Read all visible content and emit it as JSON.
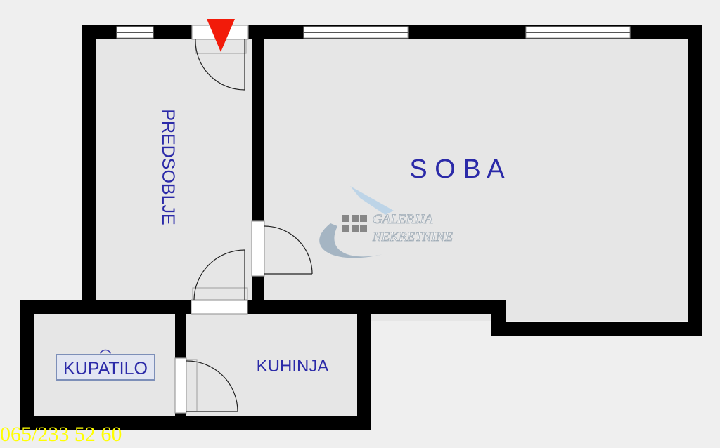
{
  "plan": {
    "rooms": {
      "predsoblje": "PREDSOBLJE",
      "soba": "S O B A",
      "kupatilo": "KUPATILO",
      "kuhinja": "KUHINJA"
    },
    "watermark": {
      "line1": "GALERIJA",
      "line2": "NEKRETNINE"
    },
    "phone": "065/233 52 60",
    "colors": {
      "wall": "#000000",
      "floor": "#e6e6e6",
      "background": "#efefef",
      "label": "#2b2aa8",
      "entrance_marker": "#f21b0a",
      "phone": "#ffff00"
    }
  }
}
